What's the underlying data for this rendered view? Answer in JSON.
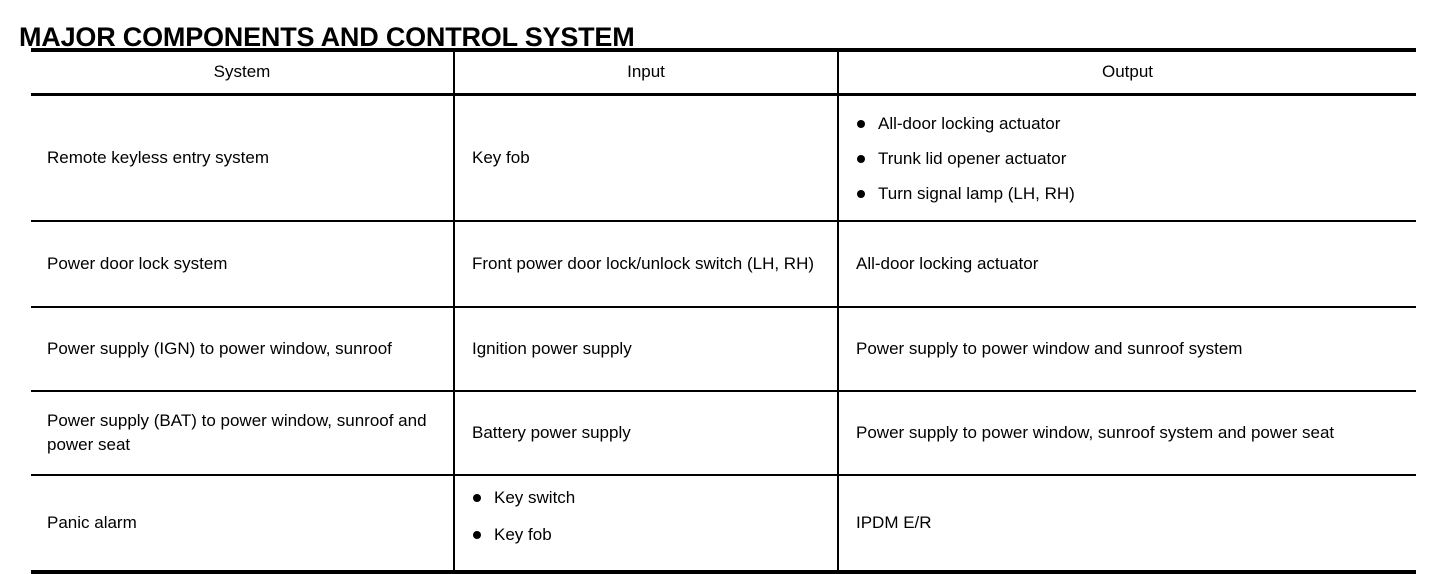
{
  "title": "MAJOR COMPONENTS AND CONTROL SYSTEM",
  "table": {
    "headers": {
      "system": "System",
      "input": "Input",
      "output": "Output"
    },
    "rows": [
      {
        "system": "Remote keyless entry system",
        "input": "Key fob",
        "output_bullets": [
          "All-door locking actuator",
          "Trunk lid opener actuator",
          "Turn signal lamp (LH, RH)"
        ]
      },
      {
        "system": "Power door lock system",
        "input": "Front power door lock/unlock switch (LH, RH)",
        "output": "All-door locking actuator"
      },
      {
        "system": "Power supply (IGN) to power window, sunroof",
        "input": "Ignition power supply",
        "output": "Power supply to power window and sunroof system"
      },
      {
        "system": "Power supply (BAT) to power window, sunroof and power seat",
        "input": "Battery power supply",
        "output": "Power supply to power window, sunroof system and power seat"
      },
      {
        "system": "Panic alarm",
        "input_bullets": [
          "Key switch",
          "Key fob"
        ],
        "output": "IPDM E/R"
      }
    ]
  }
}
